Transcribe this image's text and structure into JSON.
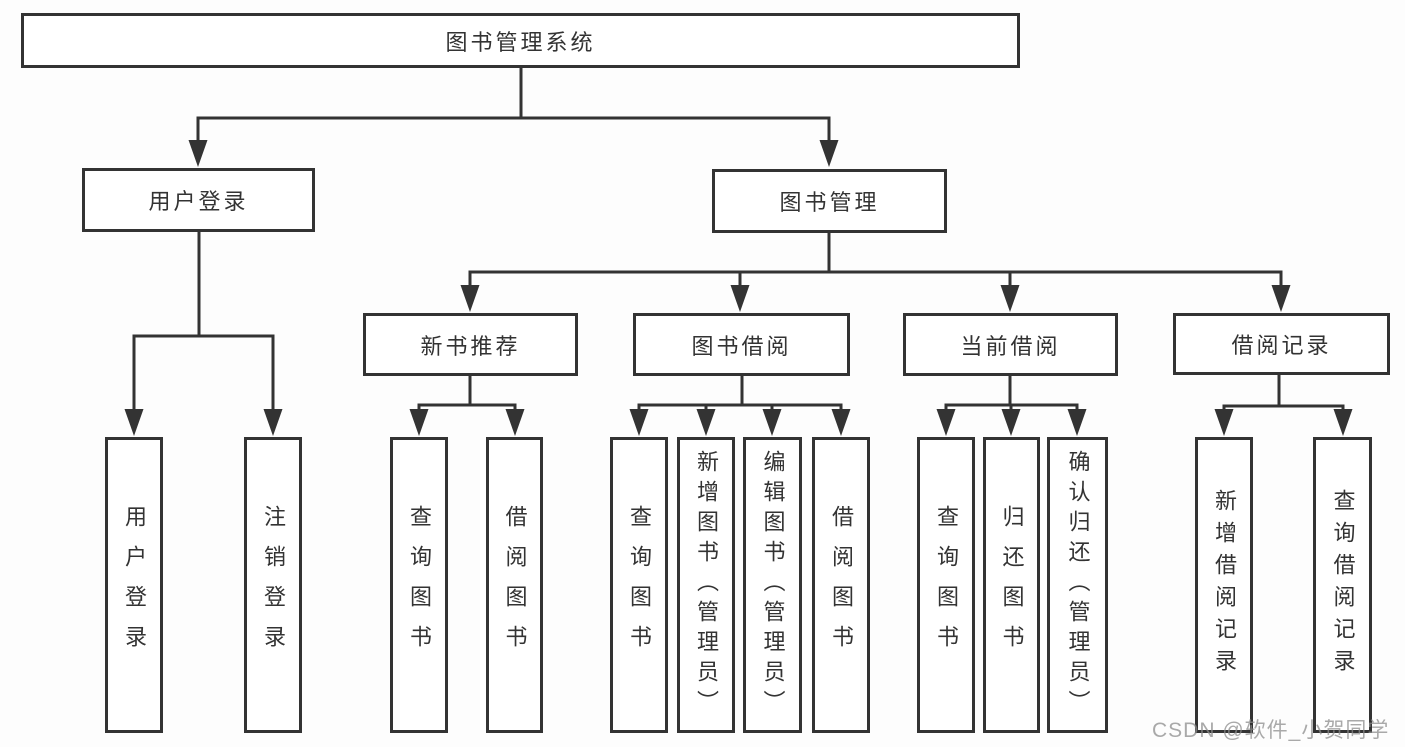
{
  "colors": {
    "line": "#333333",
    "text": "#333333",
    "box_background": "#ffffff",
    "page_background": "#fdfdfd",
    "watermark_text": "#8c8c8c"
  },
  "watermark": {
    "text": "CSDN @软件_小贺同学"
  },
  "tree": {
    "root": "图书管理系统",
    "children": [
      {
        "label": "用户登录",
        "children": [
          "用户登录",
          "注销登录"
        ]
      },
      {
        "label": "图书管理",
        "children": [
          {
            "label": "新书推荐",
            "children": [
              "查询图书",
              "借阅图书"
            ]
          },
          {
            "label": "图书借阅",
            "children": [
              "查询图书",
              "新增图书（管理员）",
              "编辑图书（管理员）",
              "借阅图书"
            ]
          },
          {
            "label": "当前借阅",
            "children": [
              "查询图书",
              "归还图书",
              "确认归还（管理员）"
            ]
          },
          {
            "label": "借阅记录",
            "children": [
              "新增借阅记录",
              "查询借阅记录"
            ]
          }
        ]
      }
    ]
  }
}
